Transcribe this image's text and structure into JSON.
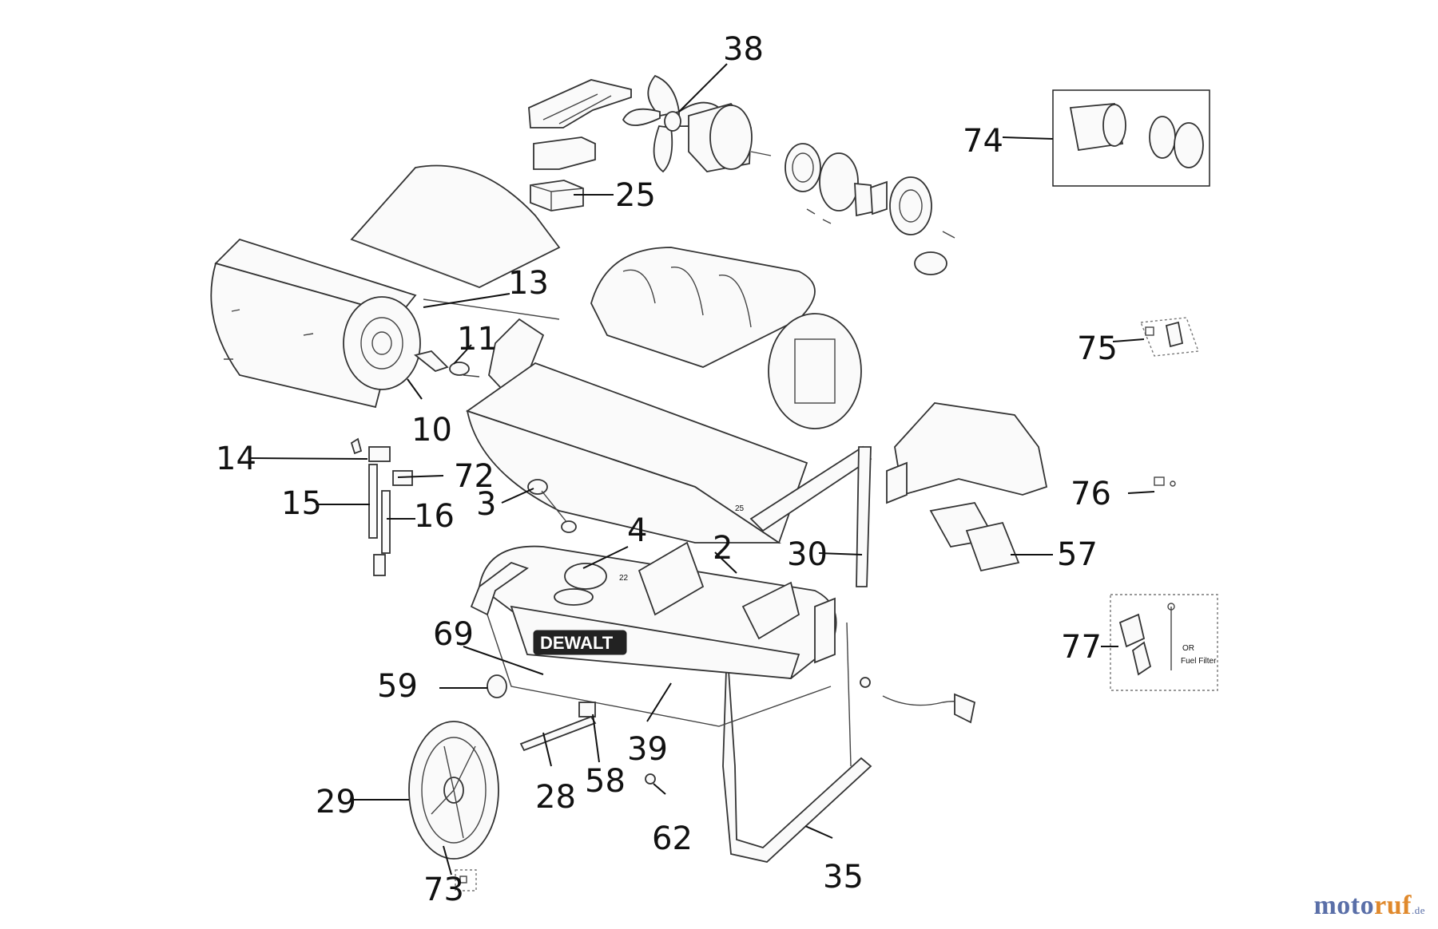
{
  "labels": [
    "38",
    "74",
    "25",
    "13",
    "11",
    "10",
    "14",
    "72",
    "15",
    "16",
    "3",
    "4",
    "2",
    "30",
    "57",
    "75",
    "76",
    "77",
    "69",
    "59",
    "39",
    "58",
    "28",
    "29",
    "62",
    "35",
    "73"
  ],
  "brand_text": "DEWALT",
  "kit_text_or": "OR",
  "kit_text_filter": "Fuel Filter",
  "stamp_a": "25",
  "stamp_b": "22",
  "watermark": {
    "m1": "moto",
    "m2": "ruf",
    "de": ".de"
  }
}
